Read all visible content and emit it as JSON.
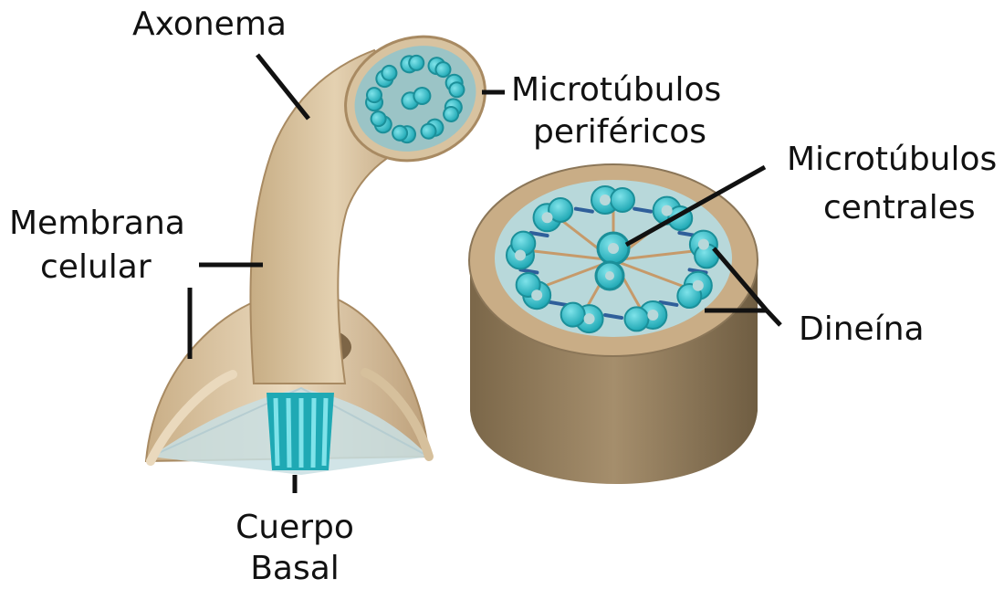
{
  "labels": {
    "axonema": "Axonema",
    "microtubulos_perifericos_1": "Microtúbulos",
    "microtubulos_perifericos_2": "periféricos",
    "microtubulos_centrales_1": "Microtúbulos",
    "microtubulos_centrales_2": "centrales",
    "membrana_celular_1": "Membrana",
    "membrana_celular_2": "celular",
    "dineina": "Dineína",
    "cuerpo_basal_1": "Cuerpo",
    "cuerpo_basal_2": "Basal"
  },
  "colors": {
    "membrane_tan": "#d8c3a0",
    "membrane_dark": "#a88a62",
    "cylinder_wall": "#8b7658",
    "cylinder_top": "#9bc4c6",
    "microtubule": "#2fbcc7",
    "microtubule_dark": "#1b8f99",
    "dynein": "#2f5f9a",
    "leader": "#111111"
  }
}
